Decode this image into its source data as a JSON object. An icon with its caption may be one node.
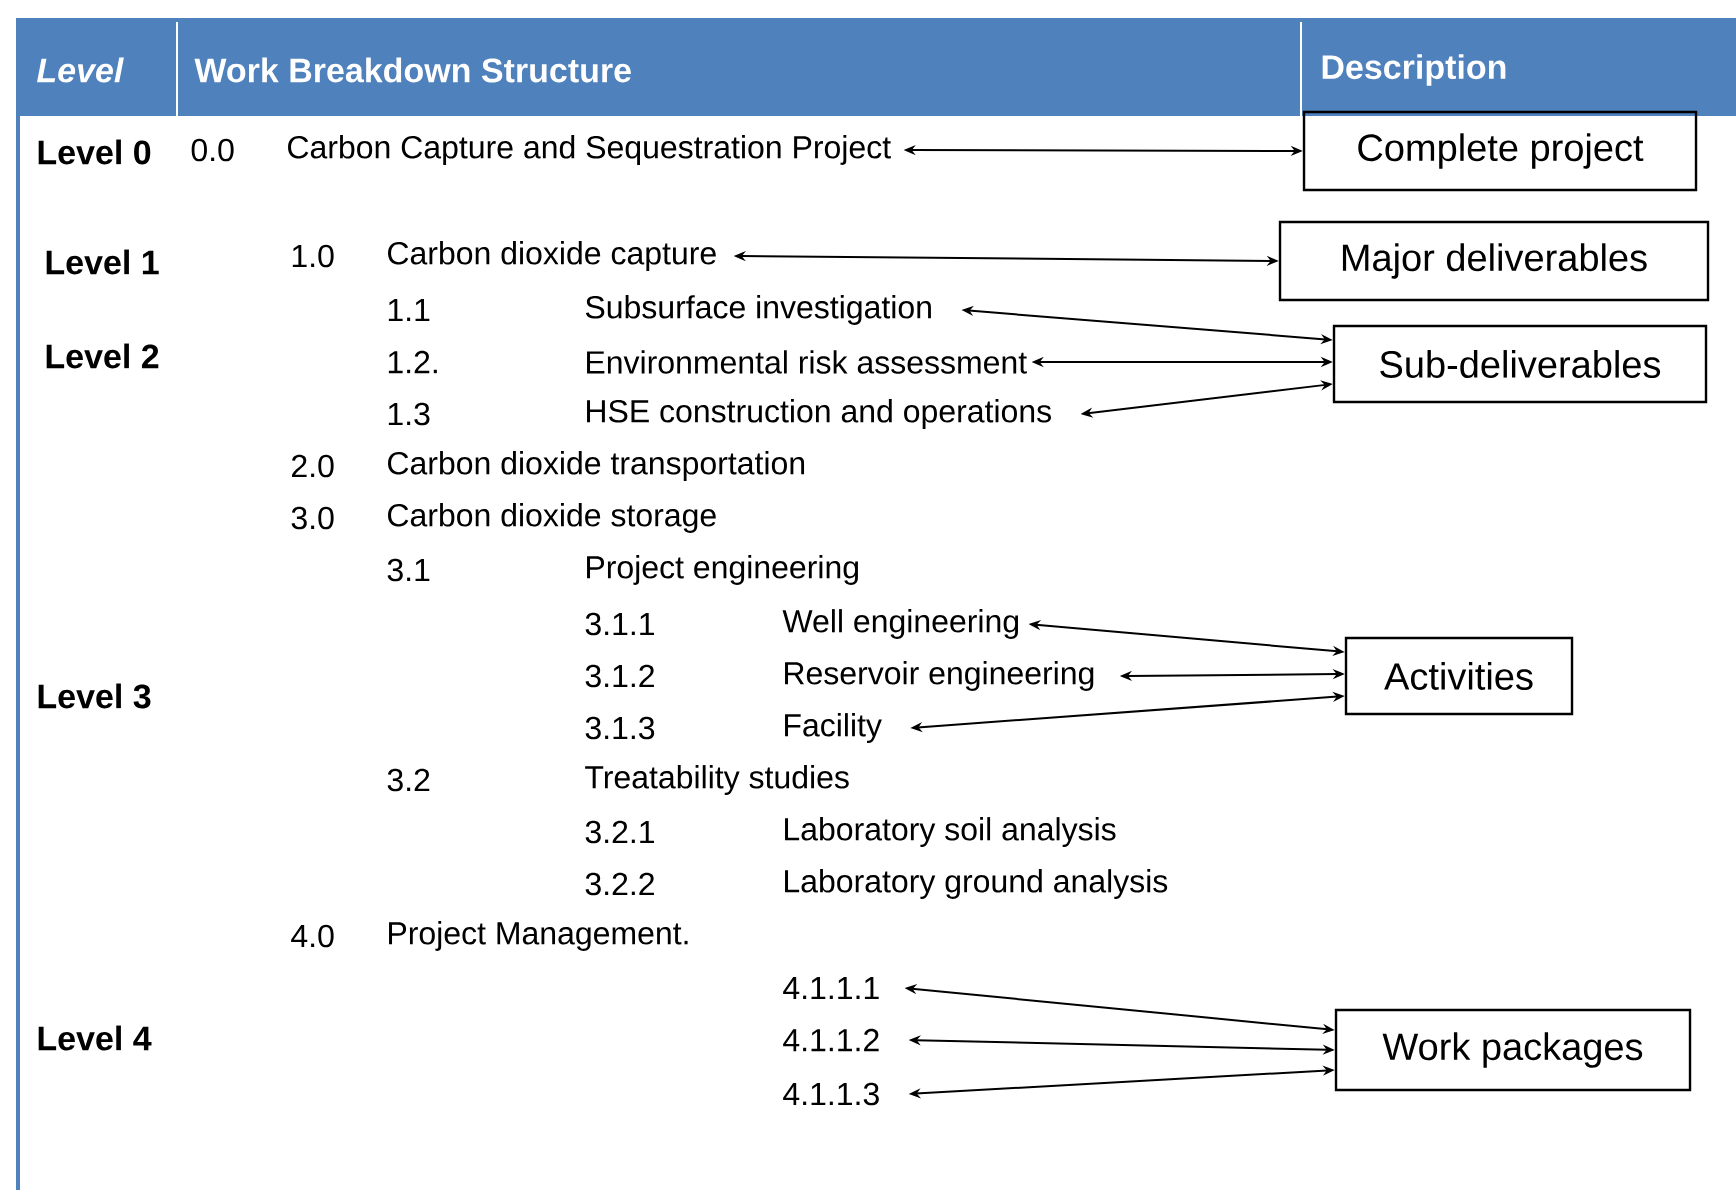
{
  "diagram": {
    "nodes": [
      {
        "text": [
          "Carbon Capture and Sequestration Project"
        ]
      },
      {
        "text": [
          "Complete project"
        ]
      },
      {
        "text": [
          "Carbon dioxide capture"
        ]
      },
      {
        "text": [
          "Major deliverables"
        ]
      },
      {
        "text": [
          "Subsurface investigation"
        ]
      },
      {
        "text": [
          "Environmental risk assessment"
        ]
      },
      {
        "text": [
          "Sub-deliverables"
        ]
      },
      {
        "text": [
          "HSE construction and operations"
        ]
      },
      {
        "text": [
          "Well engineering"
        ]
      },
      {
        "text": [
          "Reservoir engineering"
        ]
      },
      {
        "text": [
          "Activities"
        ]
      },
      {
        "text": [
          "Facility"
        ]
      },
      {
        "text": [
          "4.1.1.1"
        ]
      },
      {
        "text": [
          "4.1.1.2"
        ]
      },
      {
        "text": [
          "Work packages"
        ]
      },
      {
        "text": [
          "4.1.1.3"
        ]
      }
    ],
    "edges": [
      {
        "from": 0,
        "to": 1,
        "arrow": "both"
      },
      {
        "from": 2,
        "to": 3,
        "arrow": "both"
      },
      {
        "from": 4,
        "to": 6,
        "arrow": "both"
      },
      {
        "from": 5,
        "to": 6,
        "arrow": "both"
      },
      {
        "from": 7,
        "to": 6,
        "arrow": "both"
      },
      {
        "from": 8,
        "to": 10,
        "arrow": "both"
      },
      {
        "from": 9,
        "to": 10,
        "arrow": "both"
      },
      {
        "from": 11,
        "to": 10,
        "arrow": "both"
      },
      {
        "from": 12,
        "to": 14,
        "arrow": "both"
      },
      {
        "from": 13,
        "to": 14,
        "arrow": "both"
      },
      {
        "from": 15,
        "to": 14,
        "arrow": "both"
      }
    ],
    "labels": [
      "Level",
      "Work Breakdown Structure",
      "Description",
      "Level 0",
      "0.0",
      "Level 1",
      "1.0",
      "Level 2",
      "1.1",
      "1.2.",
      "1.3",
      "2.0",
      "Carbon dioxide transportation",
      "3.0",
      "Carbon dioxide storage",
      "3.1",
      "Project engineering",
      "3.1.1",
      "3.1.2",
      "Level 3",
      "3.1.3",
      "3.2",
      "Treatability studies",
      "3.2.1",
      "Laboratory soil analysis",
      "3.2.2",
      "Laboratory ground analysis",
      "4.0",
      "Project Management.",
      "Level 4"
    ]
  }
}
